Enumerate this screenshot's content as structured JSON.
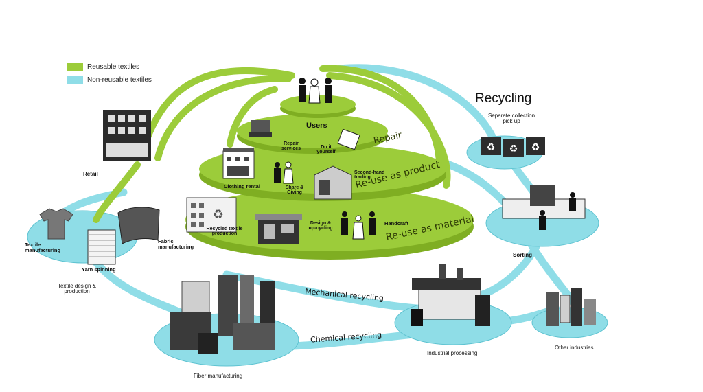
{
  "legend": {
    "reusable_label": "Reusable textiles",
    "reusable_color": "#9ccc3a",
    "nonreusable_label": "Non-reusable textiles",
    "nonreusable_color": "#8fdde7"
  },
  "title": "Recycling",
  "center": {
    "users": "Users",
    "tiers": {
      "repair": "Repair",
      "reuse_product": "Re-use as product",
      "reuse_material": "Re-use as material"
    },
    "items": {
      "repair_services": "Repair services",
      "do_it_yourself": "Do it yourself",
      "clothing_rental": "Clothing rental",
      "share_giving": "Share & Giving",
      "second_hand": "Second-hand trading",
      "recycled_textile": "Recycled textile production",
      "design_upcycling": "Design & up-cycling",
      "handcraft": "Handcraft"
    }
  },
  "nodes": {
    "retail": "Retail",
    "textile_manufacturing": "Textile manufacturing",
    "yarn_spinning": "Yarn spinning",
    "fabric_manufacturing": "Fabric manufacturing",
    "textile_design": "Textile design & production",
    "fiber_manufacturing": "Fiber manufacturing",
    "separate_collection": "Separate collection pick up",
    "sorting": "Sorting",
    "industrial_processing": "Industrial processing",
    "other_industries": "Other industries"
  },
  "flows": {
    "mechanical": "Mechanical recycling",
    "chemical": "Chemical recycling"
  },
  "colors": {
    "green": "#9ccc3a",
    "green_dark": "#7fae22",
    "blue": "#8fdde7",
    "blue_dark": "#5fc3d1"
  },
  "icons": [
    "people-icon",
    "sewing-machine-icon",
    "building-icon",
    "shirt-icon",
    "yarn-spool-icon",
    "fabric-icon",
    "factory-icon",
    "recycle-bin-icon",
    "conveyor-icon",
    "city-icon"
  ]
}
